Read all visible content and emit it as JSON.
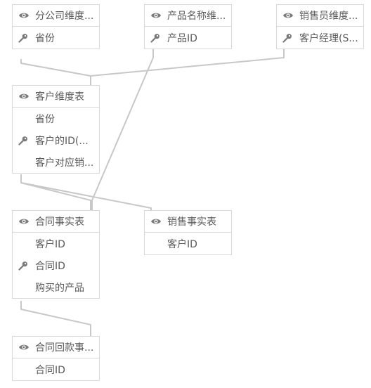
{
  "tables": [
    {
      "id": "branch_dim",
      "title": "分公司维度...",
      "fields": [
        {
          "label": "省份",
          "key": true
        }
      ]
    },
    {
      "id": "product_dim",
      "title": "产品名称维...",
      "fields": [
        {
          "label": "产品ID",
          "key": true
        }
      ]
    },
    {
      "id": "sales_dim",
      "title": "销售员维度...",
      "fields": [
        {
          "label": "客户经理(S...",
          "key": true
        }
      ]
    },
    {
      "id": "customer_dim",
      "title": "客户维度表",
      "fields": [
        {
          "label": "省份",
          "key": false
        },
        {
          "label": "客户的ID(...",
          "key": true
        },
        {
          "label": "客户对应销...",
          "key": false
        }
      ]
    },
    {
      "id": "contract_fact",
      "title": "合同事实表",
      "fields": [
        {
          "label": "客户ID",
          "key": false
        },
        {
          "label": "合同ID",
          "key": true
        },
        {
          "label": "购买的产品",
          "key": false
        }
      ]
    },
    {
      "id": "sales_fact",
      "title": "销售事实表",
      "fields": [
        {
          "label": "客户ID",
          "key": false
        }
      ]
    },
    {
      "id": "payment_fact",
      "title": "合同回款事...",
      "fields": [
        {
          "label": "合同ID",
          "key": false
        }
      ]
    }
  ],
  "colors": {
    "line": "#c8c8c8",
    "border": "#d9d9d9",
    "icon": "#7a7a7a"
  },
  "icons": {
    "header": "eye-icon",
    "key_field": "key-icon"
  }
}
